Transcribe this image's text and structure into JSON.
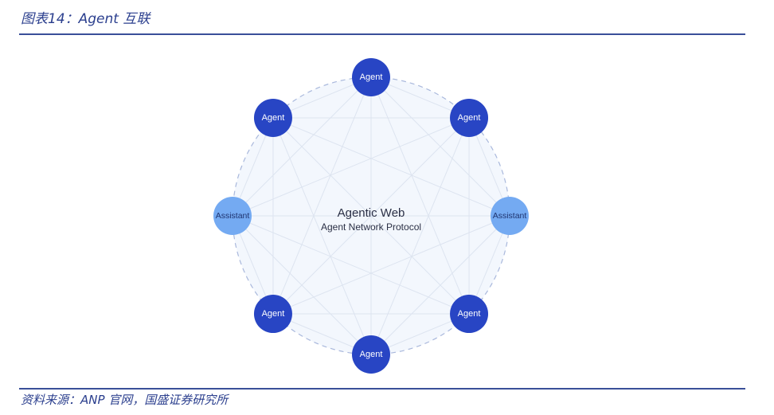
{
  "header": {
    "figure_title": "图表14：Agent 互联"
  },
  "diagram": {
    "center": {
      "title": "Agentic Web",
      "subtitle": "Agent Network Protocol"
    },
    "nodes": [
      {
        "label": "Agent",
        "kind": "agent"
      },
      {
        "label": "Agent",
        "kind": "agent"
      },
      {
        "label": "Assistant",
        "kind": "assistant"
      },
      {
        "label": "Agent",
        "kind": "agent"
      },
      {
        "label": "Agent",
        "kind": "agent"
      },
      {
        "label": "Agent",
        "kind": "agent"
      },
      {
        "label": "Assistant",
        "kind": "assistant"
      },
      {
        "label": "Agent",
        "kind": "agent"
      }
    ],
    "colors": {
      "agent": "#2845c4",
      "assistant": "#74aaf2",
      "ring_fill": "#f3f7fd",
      "ring_stroke": "#a9b8dc",
      "mesh": "#dde4f0"
    }
  },
  "footer": {
    "source_note": "资料来源：ANP 官网，国盛证券研究所"
  }
}
